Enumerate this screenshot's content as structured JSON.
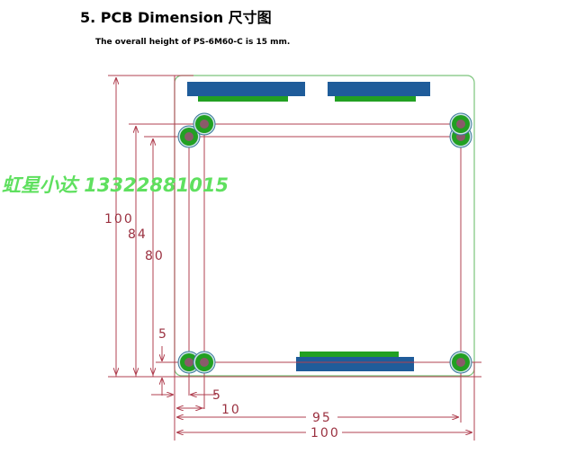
{
  "heading": "5. PCB Dimension 尺寸图",
  "note": "The overall height of PS-6M60-C is 15 mm.",
  "dimensions": {
    "height_total": "100",
    "height_84": "84",
    "height_80": "80",
    "height_5": "5",
    "width_5": "5",
    "width_10": "10",
    "width_95": "95",
    "width_total": "100"
  },
  "watermark": "虹星小达 13322881015",
  "colors": {
    "board_outline": "#7cc47c",
    "dimension_lines": "#b04050",
    "connector": "#1f5c9a",
    "pad": "#22a022"
  }
}
